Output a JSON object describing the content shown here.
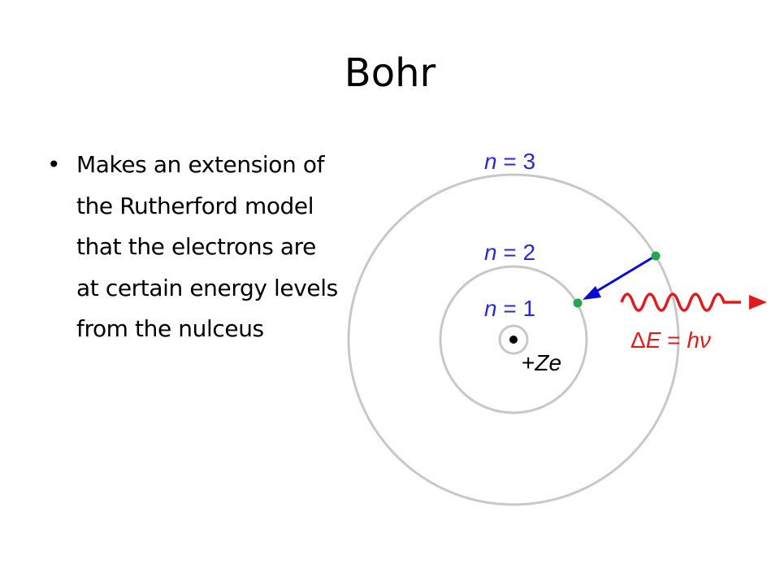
{
  "slide": {
    "title": "Bohr",
    "bullets": [
      "Makes an extension of the Rutherford model that the electrons are at certain energy levels from the nulceus"
    ]
  },
  "diagram": {
    "levels": [
      {
        "n_label": "n",
        "eq": " = 1"
      },
      {
        "n_label": "n",
        "eq": " = 2"
      },
      {
        "n_label": "n",
        "eq": " = 3"
      }
    ],
    "nucleus_charge_sign": "+",
    "nucleus_charge_symbol": "Ze",
    "energy_delta": "Δ",
    "energy_E": "E",
    "energy_eq": " = ",
    "energy_h": "hν",
    "colors": {
      "orbit": "#c8c8c8",
      "label_blue": "#2a2ad2",
      "transition_arrow": "#0b0bd8",
      "electron": "#22a84a",
      "photon": "#e01b1b",
      "nucleus": "#000000"
    }
  }
}
